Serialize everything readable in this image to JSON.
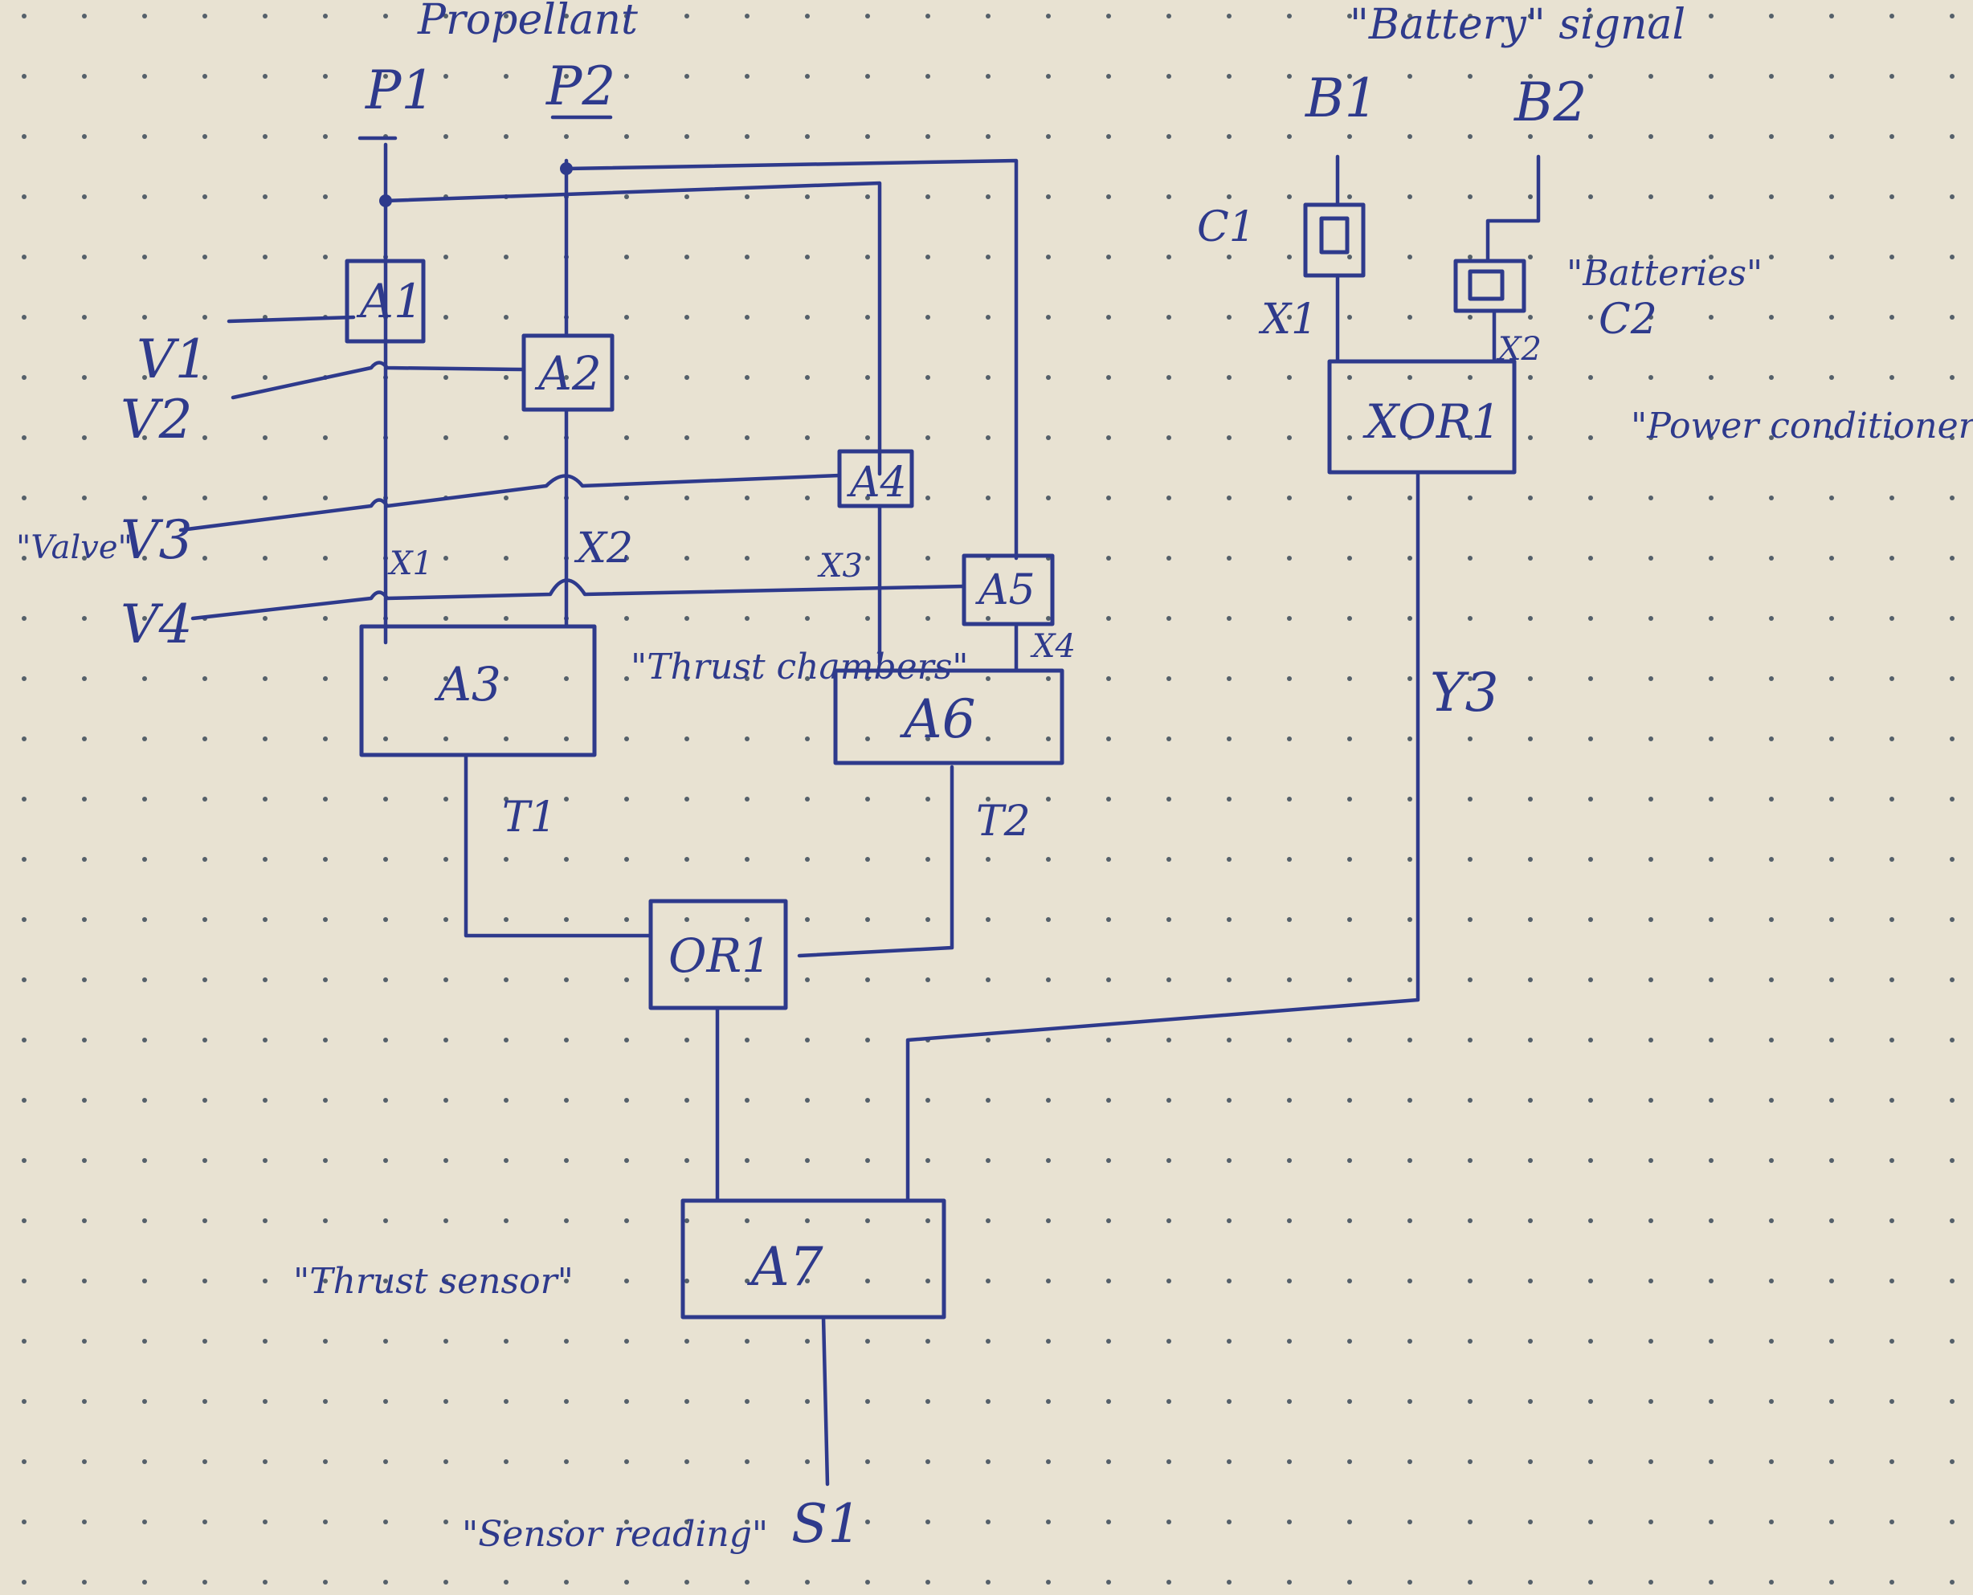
{
  "headers": {
    "propellant": "Propellant",
    "battery_signal": "\"Battery\" signal"
  },
  "inputs": {
    "p1": "P1",
    "p2": "P2",
    "b1": "B1",
    "b2": "B2",
    "v1": "V1",
    "v2": "V2",
    "v3": "V3",
    "v4": "V4",
    "valve_note": "\"Valve\""
  },
  "gates": {
    "a1": "A1",
    "a2": "A2",
    "a3": "A3",
    "a4": "A4",
    "a5": "A5",
    "a6": "A6",
    "a7": "A7",
    "or1": "OR1",
    "xor1": "XOR1",
    "c1": "C1",
    "c2": "C2"
  },
  "wires": {
    "x1": "X1",
    "x2": "X2",
    "x3": "X3",
    "x4": "X4",
    "bx1": "X1",
    "bx2": "X2",
    "t1": "T1",
    "t2": "T2",
    "y3": "Y3",
    "s1": "S1"
  },
  "notes": {
    "thrust_chambers": "\"Thrust chambers\"",
    "thrust_sensor": "\"Thrust sensor\"",
    "sensor_reading": "\"Sensor reading\"",
    "batteries": "\"Batteries\"",
    "power_conditioner": "\"Power conditioner\""
  }
}
